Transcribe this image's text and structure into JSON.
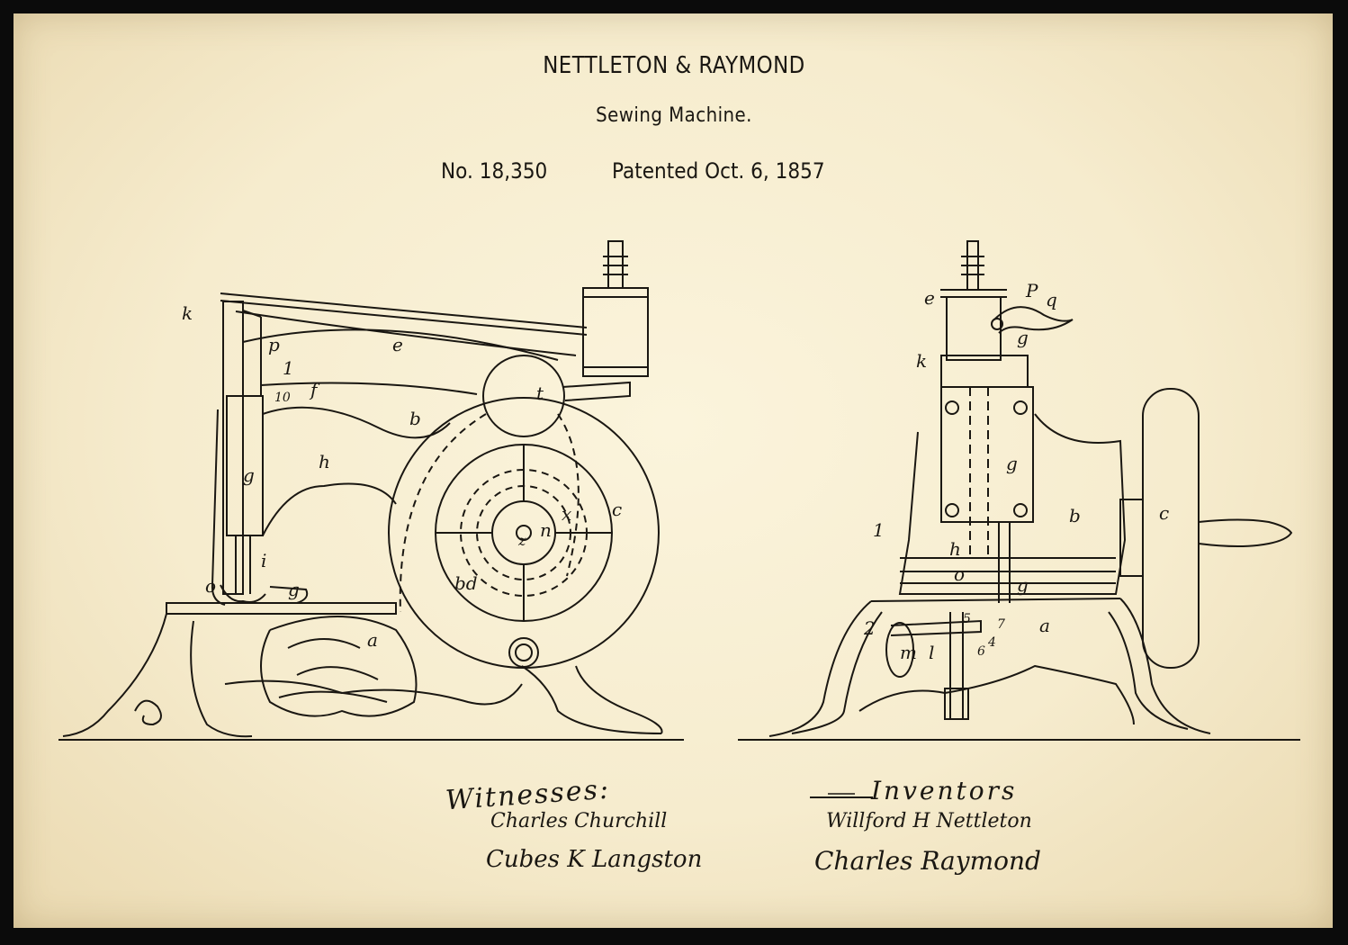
{
  "header": {
    "inventors": "NETTLETON & RAYMOND",
    "invention": "Sewing Machine.",
    "patent_number": "No. 18,350",
    "patent_date": "Patented Oct. 6, 1857"
  },
  "figure_left_labels": [
    "k",
    "p",
    "1",
    "10",
    "f",
    "e",
    "t",
    "b",
    "h",
    "g",
    "c",
    "x",
    "n",
    "z",
    "bd",
    "i",
    "o",
    "g",
    "a"
  ],
  "figure_right_labels": [
    "e",
    "P",
    "q",
    "g",
    "k",
    "g",
    "b",
    "c",
    "1",
    "h",
    "o",
    "g",
    "2",
    "5",
    "7",
    "a",
    "m",
    "l",
    "6",
    "4"
  ],
  "footer": {
    "witnesses_heading": "Witnesses:",
    "witness_1": "Charles Churchill",
    "witness_2": "Cubes K Langston",
    "inventors_heading": "Inventors",
    "inventor_1": "Willford H Nettleton",
    "inventor_2": "Charles Raymond"
  },
  "colors": {
    "paper": "#f6ecce",
    "ink": "#1a1712",
    "frame": "#0b0b0b"
  }
}
